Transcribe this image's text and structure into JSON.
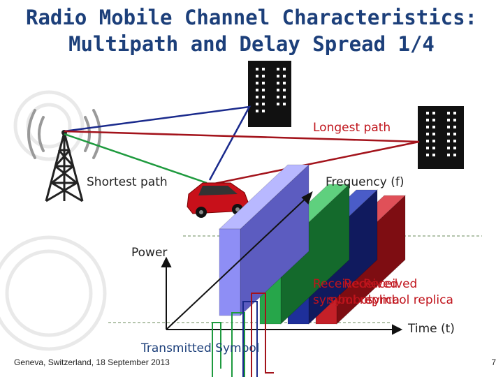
{
  "slide": {
    "title_line1": "Radio Mobile Channel Characteristics:",
    "title_line2": "Multipath and Delay Spread 1/4",
    "footer": "Geneva, Switzerland, 18 September 2013",
    "page_number": "7"
  },
  "labels": {
    "longest_path": "Longest path",
    "shortest_path": "Shortest path",
    "frequency_axis": "Frequency (f)",
    "power_axis": "Power",
    "time_axis": "Time (t)",
    "transmitted_symbol": "Transmitted Symbol",
    "received_1": "Received",
    "received_2": "symbol replica",
    "received_3": "Received",
    "received_4": "symbol",
    "replica_a": "Received",
    "replica_b": "symbol replica"
  },
  "colors": {
    "title": "#1c3f7a",
    "longest_path": "#a3131b",
    "shortest_path": "#1e9a3e",
    "middle_path": "#1a2a8c",
    "building": "#111111"
  },
  "icons": [
    "itu-watermark-icon",
    "antenna-tower-icon",
    "building-icon",
    "car-icon"
  ]
}
